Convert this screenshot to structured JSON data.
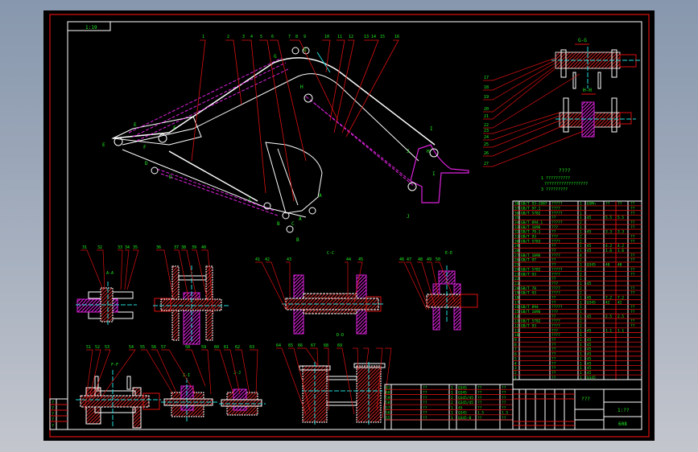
{
  "drawing": {
    "title_block_tag": "1:19",
    "scale_label": "1:??",
    "drawing_number": "608",
    "title_text": "???",
    "notes_title": "????",
    "notes": [
      "1 ??????????",
      "??????????????????",
      "3 ?????????"
    ],
    "colors": {
      "background": "#000000",
      "frame": "#dd1111",
      "border": "#ffffff",
      "text": "#22ee22",
      "hatch": "#cc2222",
      "magenta": "#dd22dd",
      "cyan": "#22dddd"
    }
  },
  "main_view": {
    "balloons": [
      "1",
      "2",
      "3",
      "4",
      "5",
      "6",
      "7",
      "8",
      "9",
      "10",
      "11",
      "12",
      "13",
      "14",
      "15",
      "16"
    ],
    "section_marks": [
      "A",
      "A",
      "B",
      "B",
      "C",
      "C",
      "D",
      "D",
      "E",
      "E",
      "F",
      "F",
      "G",
      "G",
      "H",
      "H",
      "I",
      "I",
      "J",
      "J"
    ]
  },
  "detail_G": {
    "label": "G-G",
    "balloons": [
      "17",
      "18",
      "19",
      "20",
      "21",
      "22",
      "23",
      "24",
      "25",
      "26",
      "27"
    ]
  },
  "detail_H": {
    "label": "H-H"
  },
  "section_A": {
    "label": "A-A",
    "balloons": [
      "31",
      "32",
      "33",
      "34",
      "35"
    ]
  },
  "section_B": {
    "label": "B-B",
    "balloons": [
      "36",
      "37",
      "38",
      "39",
      "40"
    ]
  },
  "section_C": {
    "label": "C-C",
    "balloons": [
      "41",
      "42",
      "43",
      "44",
      "45"
    ]
  },
  "section_D": {
    "label": "D-D",
    "balloons": [
      "46",
      "47",
      "48",
      "49",
      "50"
    ]
  },
  "section_E": {
    "label": "E-E",
    "balloons": [
      "51",
      "52",
      "53"
    ]
  },
  "section_F": {
    "label": "F-F",
    "balloons": [
      "54",
      "55",
      "56",
      "57"
    ]
  },
  "section_I": {
    "label": "I-I",
    "balloons": [
      "58",
      "59",
      "60",
      "61",
      "62",
      "63"
    ]
  },
  "section_J": {
    "label": "J-J",
    "balloons": [
      "64",
      "65",
      "66",
      "67",
      "68",
      "69"
    ]
  },
  "bom": {
    "rows": [
      {
        "no": "38",
        "code": "GB/T 93-1987",
        "name": "?????",
        "qty": "1",
        "mat": "65Mn",
        "w1": "??",
        "w2": "??",
        "note": "??"
      },
      {
        "no": "37",
        "code": "GB/T 97.1",
        "name": "????",
        "qty": "1",
        "mat": "",
        "w1": "",
        "w2": "",
        "note": "??"
      },
      {
        "no": "36",
        "code": "GB/T 5782",
        "name": "?????",
        "qty": "1",
        "mat": "",
        "w1": "",
        "w2": "",
        "note": "??"
      },
      {
        "no": "35",
        "code": "",
        "name": "??",
        "qty": "1",
        "mat": "45",
        "w1": "5.5",
        "w2": "5.5",
        "note": ""
      },
      {
        "no": "34",
        "code": "GB/T 894.1",
        "name": "?????",
        "qty": "2",
        "mat": "",
        "w1": "",
        "w2": "",
        "note": "??"
      },
      {
        "no": "33",
        "code": "GB/T 1096",
        "name": "???",
        "qty": "1",
        "mat": "",
        "w1": "",
        "w2": "",
        "note": "??"
      },
      {
        "no": "32",
        "code": "GB/T 70.1",
        "name": "??",
        "qty": "1",
        "mat": "45",
        "w1": "3.3",
        "w2": "3.3",
        "note": ""
      },
      {
        "no": "31",
        "code": "GB/T 93",
        "name": "???",
        "qty": "2",
        "mat": "",
        "w1": "",
        "w2": "",
        "note": "??"
      },
      {
        "no": "30",
        "code": "GB/T 5783",
        "name": "????",
        "qty": "2",
        "mat": "",
        "w1": "",
        "w2": "",
        "note": "??"
      },
      {
        "no": "29",
        "code": "",
        "name": "??",
        "qty": "1",
        "mat": "45",
        "w1": "4.2",
        "w2": "4.2",
        "note": ""
      },
      {
        "no": "28",
        "code": "",
        "name": "??",
        "qty": "1",
        "mat": "45",
        "w1": "1.6",
        "w2": "1.6",
        "note": ""
      },
      {
        "no": "27",
        "code": "GB/T 1096",
        "name": "????",
        "qty": "4",
        "mat": "",
        "w1": "",
        "w2": "",
        "note": "??"
      },
      {
        "no": "26",
        "code": "GB/T 97",
        "name": "??",
        "qty": "2",
        "mat": "",
        "w1": "",
        "w2": "",
        "note": "??"
      },
      {
        "no": "25",
        "code": "",
        "name": "??",
        "qty": "1",
        "mat": "Q345",
        "w1": "48",
        "w2": "48",
        "note": ""
      },
      {
        "no": "24",
        "code": "GB/T 5782",
        "name": "?????",
        "qty": "2",
        "mat": "",
        "w1": "",
        "w2": "",
        "note": "??"
      },
      {
        "no": "23",
        "code": "GB/T 93",
        "name": "????",
        "qty": "2",
        "mat": "",
        "w1": "",
        "w2": "",
        "note": "??"
      },
      {
        "no": "22",
        "code": "",
        "name": "??",
        "qty": "1",
        "mat": "",
        "w1": "",
        "w2": "",
        "note": ""
      },
      {
        "no": "21",
        "code": "",
        "name": "???",
        "qty": "1",
        "mat": "45",
        "w1": "",
        "w2": "",
        "note": ""
      },
      {
        "no": "20",
        "code": "GB/T 70",
        "name": "????",
        "qty": "2",
        "mat": "",
        "w1": "",
        "w2": "",
        "note": "??"
      },
      {
        "no": "19",
        "code": "GB/T 93",
        "name": "????",
        "qty": "2",
        "mat": "",
        "w1": "",
        "w2": "",
        "note": "??"
      },
      {
        "no": "18",
        "code": "",
        "name": "??",
        "qty": "1",
        "mat": "45",
        "w1": "7.2",
        "w2": "7.2",
        "note": ""
      },
      {
        "no": "17",
        "code": "",
        "name": "??",
        "qty": "1",
        "mat": "Q345",
        "w1": "42",
        "w2": "42",
        "note": ""
      },
      {
        "no": "16",
        "code": "GB/T 894",
        "name": "?????",
        "qty": "1",
        "mat": "",
        "w1": "",
        "w2": "",
        "note": "??"
      },
      {
        "no": "15",
        "code": "GB/T 1096",
        "name": "???",
        "qty": "1",
        "mat": "",
        "w1": "",
        "w2": "",
        "note": "??"
      },
      {
        "no": "14",
        "code": "",
        "name": "??",
        "qty": "1",
        "mat": "45",
        "w1": "2.5",
        "w2": "2.5",
        "note": ""
      },
      {
        "no": "13",
        "code": "GB/T 5782",
        "name": "????",
        "qty": "2",
        "mat": "",
        "w1": "",
        "w2": "",
        "note": "??"
      },
      {
        "no": "12",
        "code": "GB/T 93",
        "name": "????",
        "qty": "2",
        "mat": "",
        "w1": "",
        "w2": "",
        "note": "??"
      },
      {
        "no": "11",
        "code": "",
        "name": "???",
        "qty": "1",
        "mat": "45",
        "w1": "1.1",
        "w2": "1.1",
        "note": ""
      },
      {
        "no": "10",
        "code": "",
        "name": "????",
        "qty": "1",
        "mat": "",
        "w1": "",
        "w2": "",
        "note": ""
      },
      {
        "no": "9",
        "code": "",
        "name": "??",
        "qty": "1",
        "mat": "45",
        "w1": "",
        "w2": "",
        "note": ""
      },
      {
        "no": "8",
        "code": "",
        "name": "??",
        "qty": "1",
        "mat": "45",
        "w1": "",
        "w2": "",
        "note": ""
      },
      {
        "no": "7",
        "code": "",
        "name": "??",
        "qty": "1",
        "mat": "45",
        "w1": "",
        "w2": "",
        "note": ""
      },
      {
        "no": "6",
        "code": "",
        "name": "??",
        "qty": "1",
        "mat": "45",
        "w1": "",
        "w2": "",
        "note": ""
      },
      {
        "no": "5",
        "code": "",
        "name": "??",
        "qty": "1",
        "mat": "45",
        "w1": "",
        "w2": "",
        "note": ""
      },
      {
        "no": "4",
        "code": "",
        "name": "??",
        "qty": "1",
        "mat": "45",
        "w1": "",
        "w2": "",
        "note": ""
      },
      {
        "no": "3",
        "code": "",
        "name": "??",
        "qty": "1",
        "mat": "45",
        "w1": "",
        "w2": "",
        "note": ""
      },
      {
        "no": "2",
        "code": "",
        "name": "??",
        "qty": "1",
        "mat": "45",
        "w1": "",
        "w2": "",
        "note": ""
      },
      {
        "no": "1",
        "code": "",
        "name": "??",
        "qty": "1",
        "mat": "Q345",
        "w1": "",
        "w2": "",
        "note": ""
      }
    ],
    "header": {
      "no": "??",
      "code": "??",
      "name": "??",
      "qty": "??",
      "mat": "??",
      "w1": "??",
      "w2": "??",
      "note": "??"
    }
  },
  "bom2": {
    "rows": [
      {
        "no": "61",
        "name": "??",
        "qty": "1",
        "mat": "Q345",
        "w1": "??",
        "w2": "??"
      },
      {
        "no": "60",
        "name": "??",
        "qty": "1",
        "mat": "Q345",
        "w1": "??",
        "w2": "??"
      },
      {
        "no": "59",
        "name": "??",
        "qty": "2",
        "mat": "Q345/45",
        "w1": "??",
        "w2": "??"
      },
      {
        "no": "58",
        "name": "??",
        "qty": "2",
        "mat": "Q345/45",
        "w1": "??",
        "w2": "??"
      },
      {
        "no": "57",
        "name": "??",
        "qty": "1",
        "mat": "45",
        "w1": "??",
        "w2": "??"
      },
      {
        "no": "56",
        "name": "??",
        "qty": "1",
        "mat": "Q345",
        "w1": "1.5",
        "w2": "1.5"
      },
      {
        "no": "55",
        "name": "??",
        "qty": "1",
        "mat": "Q345-B",
        "w1": "??",
        "w2": "??"
      }
    ]
  },
  "revision_table": {
    "rows": [
      "?",
      "?",
      "?",
      "?",
      "?"
    ]
  }
}
